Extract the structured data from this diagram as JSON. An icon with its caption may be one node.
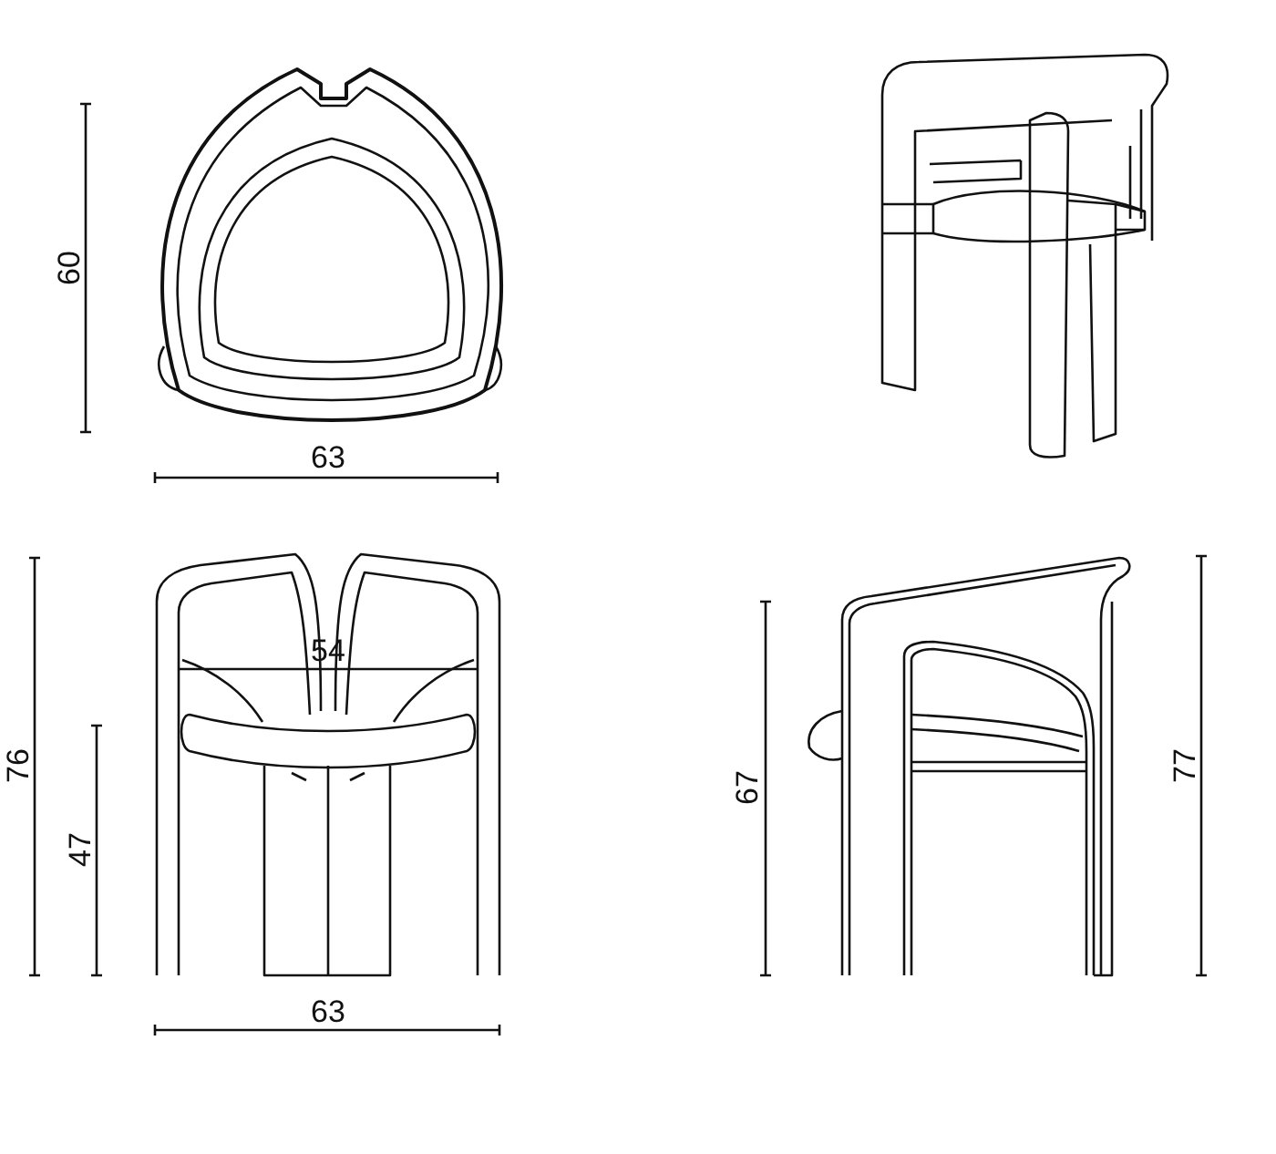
{
  "diagram": {
    "labels": [
      "60",
      "63",
      "76",
      "54",
      "47",
      "63",
      "67",
      "77"
    ]
  }
}
